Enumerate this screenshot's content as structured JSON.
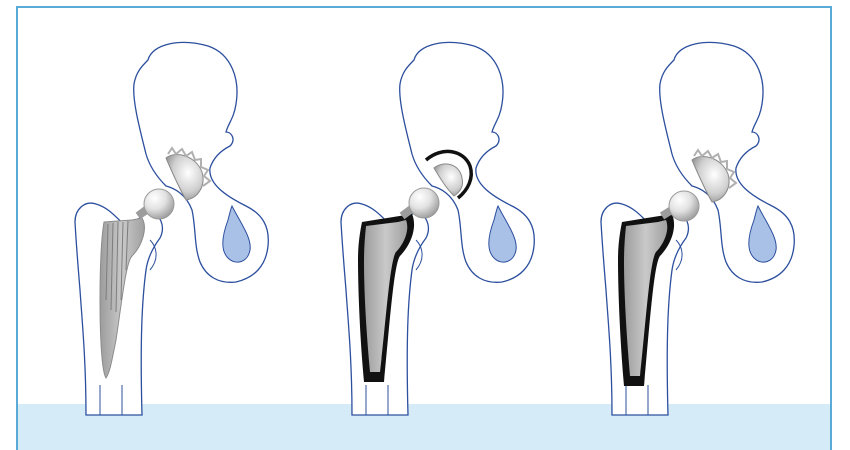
{
  "figure": {
    "caption": "",
    "panels": [
      {
        "type": "cementless-stem"
      },
      {
        "type": "cemented-stem-and-cemented-cup"
      },
      {
        "type": "hybrid-cemented-stem-cementless-cup"
      }
    ]
  },
  "colors": {
    "frame_border": "#5aaad8",
    "caption_band": "#d5ebf8",
    "bone_outline": "#2c4f9e",
    "obturator_fill": "#a9c1e6",
    "implant_gray": "#a8a8a8",
    "head_gray": "#d8d8d8",
    "cement": "#111111"
  }
}
